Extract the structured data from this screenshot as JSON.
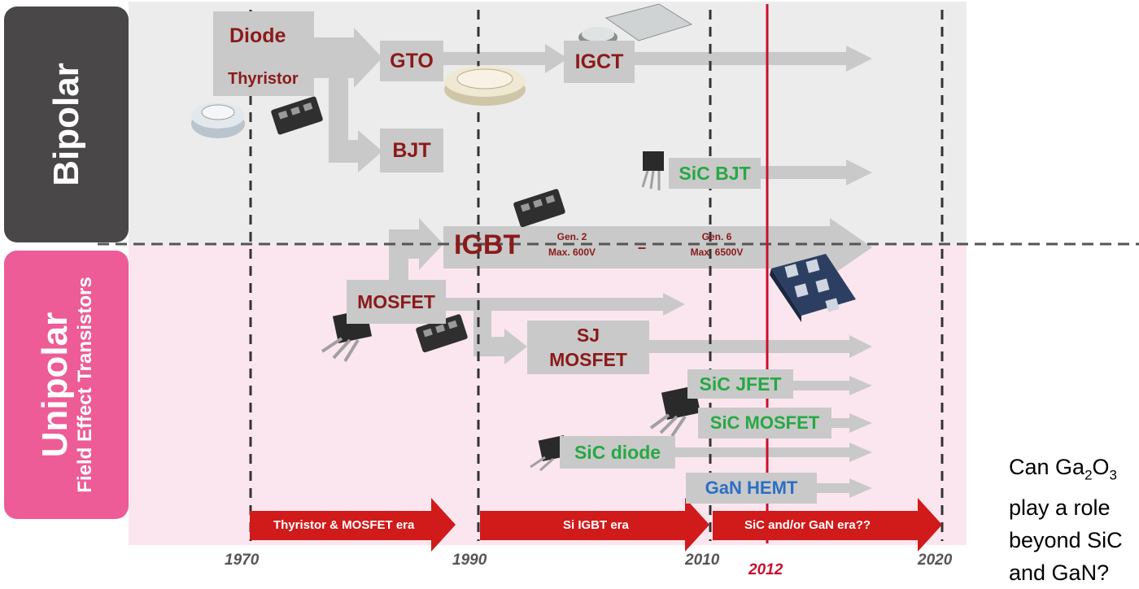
{
  "side_labels": {
    "bipolar": "Bipolar",
    "unipolar": "Unipolar",
    "unipolar_sub": "Field Effect Transistors"
  },
  "devices": {
    "diode": "Diode",
    "thyristor": "Thyristor",
    "gto": "GTO",
    "igct": "IGCT",
    "bjt": "BJT",
    "sic_bjt": "SiC BJT",
    "igbt": "IGBT",
    "igbt_gen2_line1": "Gen. 2",
    "igbt_gen2_line2": "Max. 600V",
    "igbt_dash": "–",
    "igbt_gen6_line1": "Gen. 6",
    "igbt_gen6_line2": "Max. 6500V",
    "mosfet": "MOSFET",
    "sj_mosfet_line1": "SJ",
    "sj_mosfet_line2": "MOSFET",
    "sic_jfet": "SiC JFET",
    "sic_mosfet": "SiC MOSFET",
    "sic_diode": "SiC diode",
    "gan_hemt": "GaN HEMT"
  },
  "eras": [
    {
      "label": "Thyristor & MOSFET era"
    },
    {
      "label": "Si IGBT era"
    },
    {
      "label": "SiC and/or GaN era??"
    }
  ],
  "years": {
    "y1970": "1970",
    "y1990": "1990",
    "y2010": "2010",
    "y2012": "2012",
    "y2020": "2020"
  },
  "question": {
    "line1_pre": "Can Ga",
    "line1_sub1": "2",
    "line1_mid": "O",
    "line1_sub2": "3",
    "line2": "play a role",
    "line3": "beyond SiC",
    "line4": "and GaN?"
  },
  "colors": {
    "bipolar_bg": "#ececec",
    "unipolar_bg": "#fbe6ef",
    "bipolar_side": "#4a4748",
    "unipolar_side": "#ed5c96",
    "arrow_grey": "#c9c9c9",
    "device_red": "#8b1a1a",
    "sic_green": "#27a844",
    "gan_blue": "#2c6fc4",
    "era_red": "#d11a1a",
    "marker_2012": "#c8102e"
  }
}
